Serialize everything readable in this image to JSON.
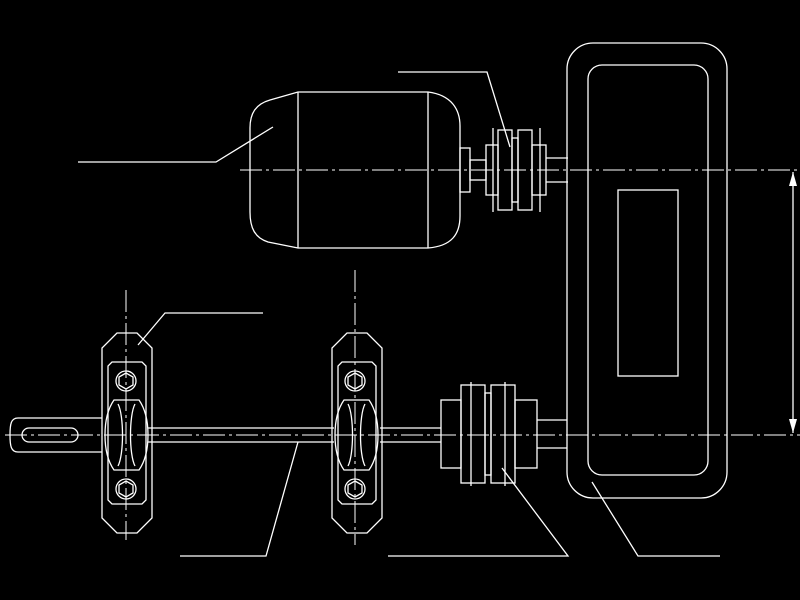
{
  "drawing": {
    "background": "#000000",
    "line_color": "#ffffff",
    "components": [
      "electric-motor",
      "motor-coupling",
      "gear-reducer",
      "output-coupling",
      "bearing-block-left",
      "bearing-block-right",
      "main-shaft",
      "center-distance-dimension"
    ]
  }
}
